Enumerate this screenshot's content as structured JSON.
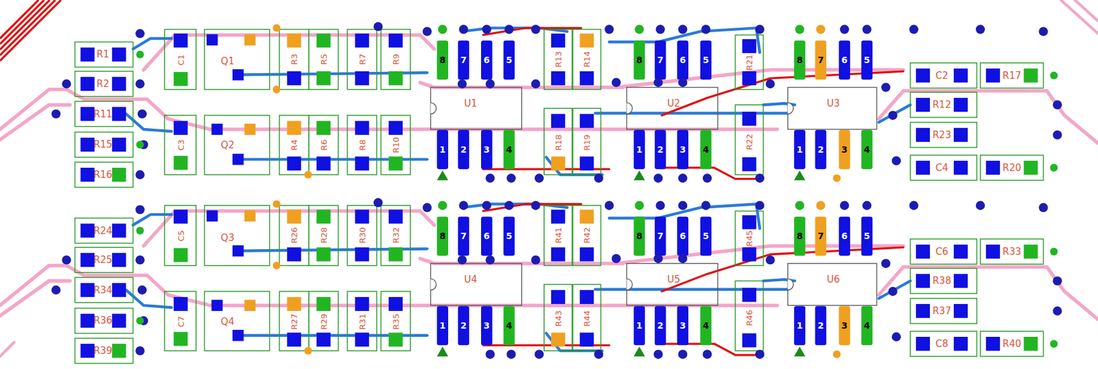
{
  "diagram": {
    "labels": [
      "R1",
      "R2",
      "R11",
      "R15",
      "R16",
      "C1",
      "C3",
      "Q1",
      "Q2",
      "R3",
      "R5",
      "R7",
      "R9",
      "R4",
      "R6",
      "R8",
      "R10",
      "U1",
      "8",
      "7",
      "6",
      "5",
      "1",
      "2",
      "3",
      "4",
      "R13",
      "R14",
      "R18",
      "R19",
      "U2",
      "8",
      "7",
      "6",
      "5",
      "1",
      "2",
      "3",
      "4",
      "R21",
      "R22",
      "U3",
      "8",
      "7",
      "6",
      "5",
      "1",
      "2",
      "3",
      "4",
      "C2",
      "R17",
      "R12",
      "R23",
      "C4",
      "R20",
      "R24",
      "R25",
      "R34",
      "R36",
      "R39",
      "C5",
      "C7",
      "Q3",
      "Q4",
      "R26",
      "R28",
      "R30",
      "R32",
      "R27",
      "R29",
      "R31",
      "R35",
      "U4",
      "8",
      "7",
      "6",
      "5",
      "1",
      "2",
      "3",
      "4",
      "R41",
      "R42",
      "R43",
      "R44",
      "U5",
      "8",
      "7",
      "6",
      "5",
      "1",
      "2",
      "3",
      "4",
      "R45",
      "R46",
      "U6",
      "8",
      "7",
      "6",
      "5",
      "1",
      "2",
      "3",
      "4",
      "C6",
      "R33",
      "R38",
      "R37",
      "C8",
      "R40"
    ]
  }
}
